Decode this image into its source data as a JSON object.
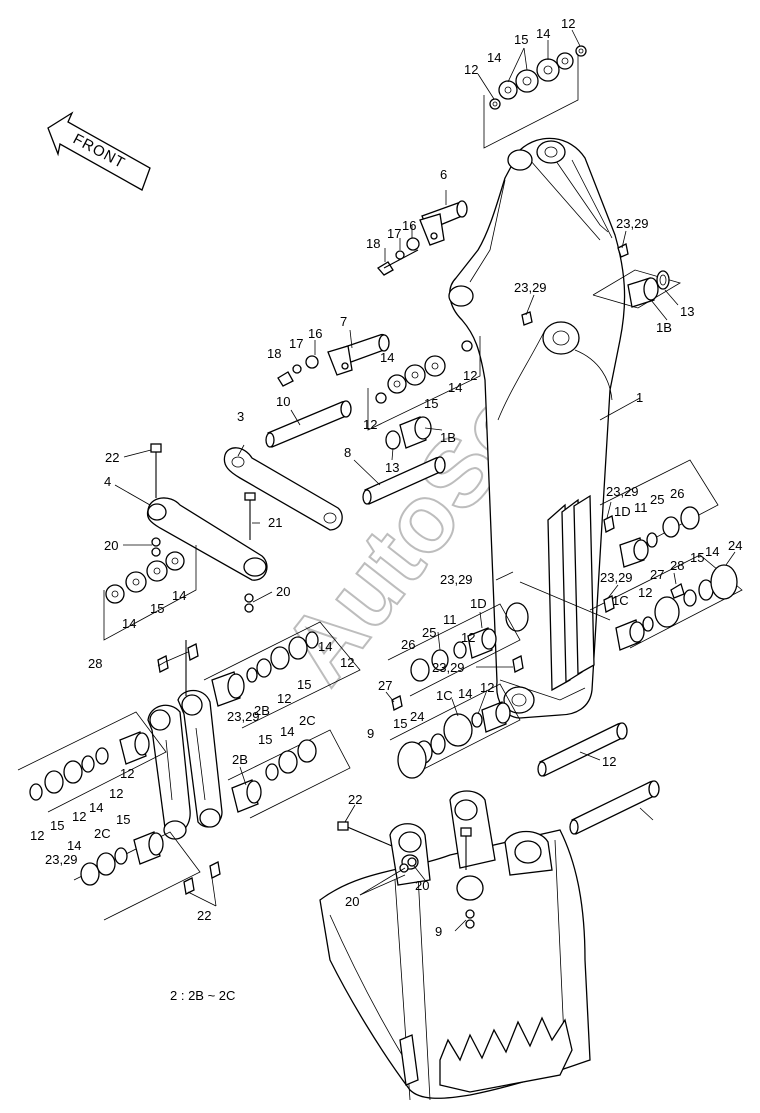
{
  "direction_label": "FRONT",
  "footnote": "2 : 2B ~ 2C",
  "watermark": "AutoSoft",
  "callouts": [
    {
      "id": "c1",
      "text": "12"
    },
    {
      "id": "c2",
      "text": "14"
    },
    {
      "id": "c3",
      "text": "15"
    },
    {
      "id": "c4",
      "text": "14"
    },
    {
      "id": "c5",
      "text": "12"
    },
    {
      "id": "c6",
      "text": "6"
    },
    {
      "id": "c7",
      "text": "16"
    },
    {
      "id": "c8",
      "text": "17"
    },
    {
      "id": "c9",
      "text": "18"
    },
    {
      "id": "c10",
      "text": "23,29"
    },
    {
      "id": "c11",
      "text": "23,29"
    },
    {
      "id": "c12",
      "text": "1B"
    },
    {
      "id": "c13",
      "text": "13"
    },
    {
      "id": "c14",
      "text": "7"
    },
    {
      "id": "c15",
      "text": "16"
    },
    {
      "id": "c16",
      "text": "17"
    },
    {
      "id": "c17",
      "text": "18"
    },
    {
      "id": "c18",
      "text": "14"
    },
    {
      "id": "c19",
      "text": "14"
    },
    {
      "id": "c20",
      "text": "12"
    },
    {
      "id": "c21",
      "text": "15"
    },
    {
      "id": "c22",
      "text": "12"
    },
    {
      "id": "c23",
      "text": "1"
    },
    {
      "id": "c24",
      "text": "10"
    },
    {
      "id": "c25",
      "text": "3"
    },
    {
      "id": "c26",
      "text": "1B"
    },
    {
      "id": "c27",
      "text": "13"
    },
    {
      "id": "c28",
      "text": "8"
    },
    {
      "id": "c29",
      "text": "22"
    },
    {
      "id": "c30",
      "text": "4"
    },
    {
      "id": "c31",
      "text": "21"
    },
    {
      "id": "c32",
      "text": "20"
    },
    {
      "id": "c33",
      "text": "14"
    },
    {
      "id": "c34",
      "text": "15"
    },
    {
      "id": "c35",
      "text": "14"
    },
    {
      "id": "c36",
      "text": "20"
    },
    {
      "id": "c37",
      "text": "23,29"
    },
    {
      "id": "c38",
      "text": "25"
    },
    {
      "id": "c39",
      "text": "26"
    },
    {
      "id": "c40",
      "text": "1D"
    },
    {
      "id": "c41",
      "text": "11"
    },
    {
      "id": "c42",
      "text": "24"
    },
    {
      "id": "c43",
      "text": "14"
    },
    {
      "id": "c44",
      "text": "15"
    },
    {
      "id": "c45",
      "text": "28"
    },
    {
      "id": "c46",
      "text": "27"
    },
    {
      "id": "c47",
      "text": "23,29"
    },
    {
      "id": "c48",
      "text": "1C"
    },
    {
      "id": "c49",
      "text": "12"
    },
    {
      "id": "c50",
      "text": "23,29"
    },
    {
      "id": "c51",
      "text": "1D"
    },
    {
      "id": "c52",
      "text": "11"
    },
    {
      "id": "c53",
      "text": "26"
    },
    {
      "id": "c54",
      "text": "25"
    },
    {
      "id": "c55",
      "text": "12"
    },
    {
      "id": "c56",
      "text": "23,29"
    },
    {
      "id": "c57",
      "text": "14"
    },
    {
      "id": "c58",
      "text": "12"
    },
    {
      "id": "c59",
      "text": "15"
    },
    {
      "id": "c60",
      "text": "12"
    },
    {
      "id": "c61",
      "text": "2B"
    },
    {
      "id": "c62",
      "text": "23,29"
    },
    {
      "id": "c63",
      "text": "28"
    },
    {
      "id": "c64",
      "text": "27"
    },
    {
      "id": "c65",
      "text": "1C"
    },
    {
      "id": "c66",
      "text": "12"
    },
    {
      "id": "c67",
      "text": "14"
    },
    {
      "id": "c68",
      "text": "15"
    },
    {
      "id": "c69",
      "text": "24"
    },
    {
      "id": "c70",
      "text": "9"
    },
    {
      "id": "c71",
      "text": "12"
    },
    {
      "id": "c72",
      "text": "15"
    },
    {
      "id": "c73",
      "text": "14"
    },
    {
      "id": "c74",
      "text": "2C"
    },
    {
      "id": "c75",
      "text": "2B"
    },
    {
      "id": "c76",
      "text": "12"
    },
    {
      "id": "c77",
      "text": "12"
    },
    {
      "id": "c78",
      "text": "14"
    },
    {
      "id": "c79",
      "text": "15"
    },
    {
      "id": "c80",
      "text": "12"
    },
    {
      "id": "c81",
      "text": "12"
    },
    {
      "id": "c82",
      "text": "2C"
    },
    {
      "id": "c83",
      "text": "15"
    },
    {
      "id": "c84",
      "text": "14"
    },
    {
      "id": "c85",
      "text": "23,29"
    },
    {
      "id": "c86",
      "text": "22"
    },
    {
      "id": "c87",
      "text": "22"
    },
    {
      "id": "c88",
      "text": "20"
    },
    {
      "id": "c89",
      "text": "20"
    },
    {
      "id": "c90",
      "text": "9"
    }
  ]
}
